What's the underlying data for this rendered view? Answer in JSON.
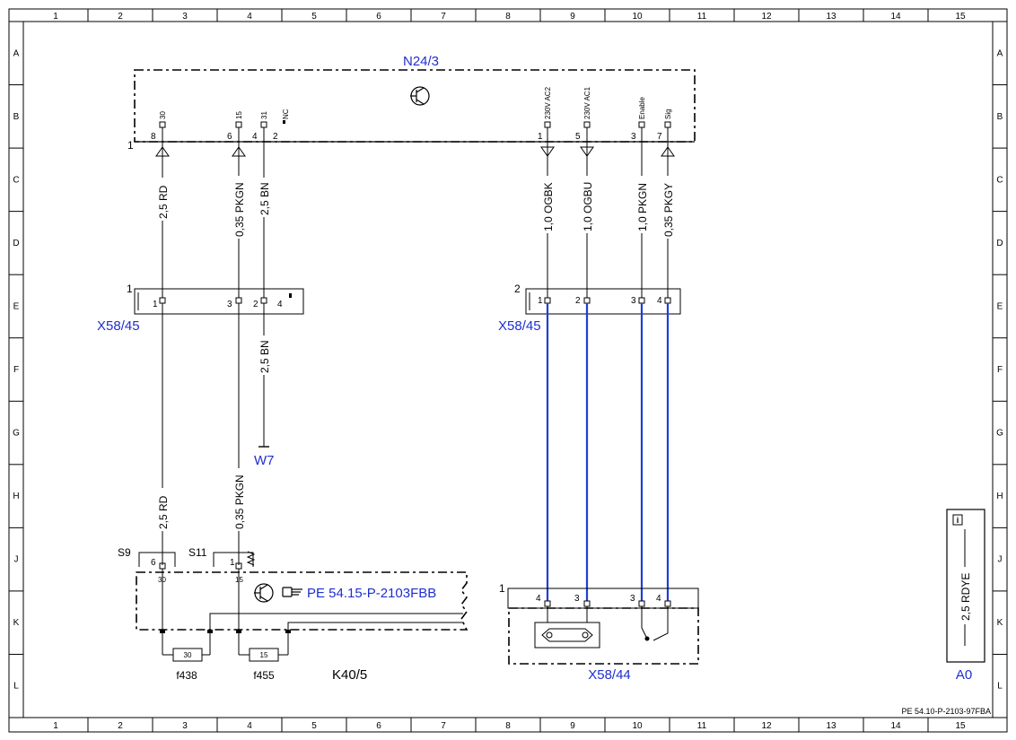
{
  "grid": {
    "columns": [
      "1",
      "2",
      "3",
      "4",
      "5",
      "6",
      "7",
      "8",
      "9",
      "10",
      "11",
      "12",
      "13",
      "14",
      "15"
    ],
    "rows": [
      "A",
      "B",
      "C",
      "D",
      "E",
      "F",
      "G",
      "H",
      "J",
      "K",
      "L"
    ]
  },
  "doc_number": "PE 54.10-P-2103-97FBA",
  "n24": {
    "title": "N24/3",
    "corner_pin": "1",
    "pins": [
      {
        "num": "8",
        "name": "30"
      },
      {
        "num": "6",
        "name": "15"
      },
      {
        "num": "4",
        "name": "31"
      },
      {
        "num": "2",
        "name": "NC"
      },
      {
        "num": "1",
        "name": "230V AC2"
      },
      {
        "num": "5",
        "name": "230V AC1"
      },
      {
        "num": "3",
        "name": "Enable"
      },
      {
        "num": "7",
        "name": "Sig"
      }
    ]
  },
  "wires_upper": [
    "2,5 RD",
    "0,35 PKGN",
    "2,5 BN",
    "1,0 OGBK",
    "1,0 OGBU",
    "1,0 PKGN",
    "0,35 PKGY"
  ],
  "x5845_left": {
    "label": "X58/45",
    "corner": "1",
    "pins": [
      "1",
      "3",
      "2",
      "4"
    ]
  },
  "x5845_right": {
    "label": "X58/45",
    "corner": "2",
    "pins": [
      "1",
      "2",
      "3",
      "4"
    ]
  },
  "ground": {
    "wire": "2,5 BN",
    "label": "W7"
  },
  "wires_lower": [
    "2,5 RD",
    "0,35 PKGN"
  ],
  "k40": {
    "label": "K40/5",
    "ref": "PE 54.15-P-2103FBB",
    "s9": "S9",
    "s11": "S11",
    "s9_pin": "6",
    "s11_pin": "1",
    "term30": "30",
    "term15": "15",
    "fuse1_value": "30",
    "fuse2_value": "15",
    "fuse1_label": "f438",
    "fuse2_label": "f455"
  },
  "x5844": {
    "label": "X58/44",
    "corner": "1",
    "pins": [
      "4",
      "3",
      "3",
      "4"
    ]
  },
  "a0": {
    "wire": "2,5 RDYE",
    "label": "A0",
    "icon": "info-icon"
  }
}
